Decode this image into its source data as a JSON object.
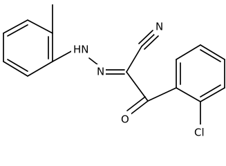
{
  "molecule": {
    "atoms": {
      "hn": "HN",
      "n_hydrazone": "N",
      "n_nitrile": "N",
      "o_carbonyl": "O",
      "cl": "Cl"
    }
  }
}
